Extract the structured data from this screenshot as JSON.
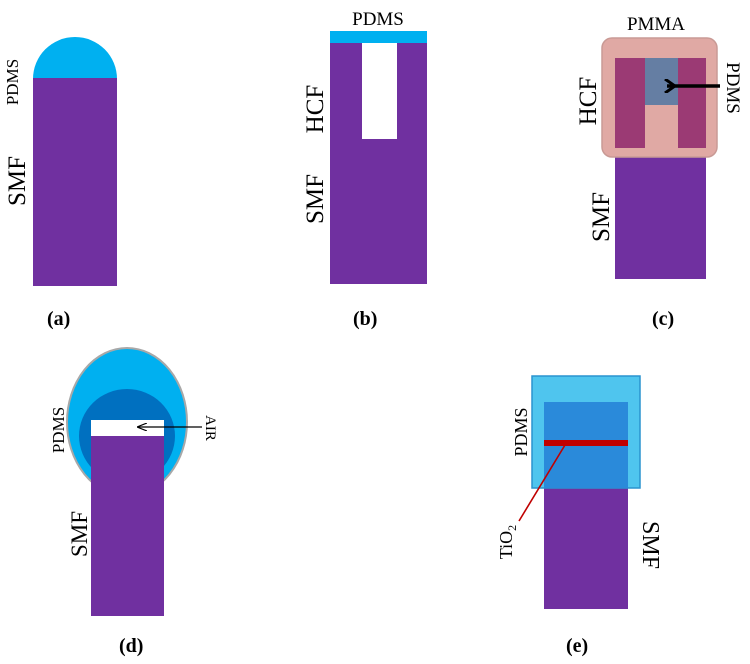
{
  "colors": {
    "smf": "#7030A0",
    "pdms_light": "#00B0F0",
    "pdms_box": "#4FC5EE",
    "pdms_inner": "#2A8ADA",
    "pdms_dark": "#0070C0",
    "hcf": "#9B3A74",
    "pmma": "#E0A9A4",
    "pdms_c": "#657EA3",
    "tio2": "#C00000"
  },
  "panels": [
    {
      "id": "a",
      "caption": "(a)",
      "labels": {
        "pdms": "PDMS",
        "smf": "SMF"
      }
    },
    {
      "id": "b",
      "caption": "(b)",
      "labels": {
        "pdms": "PDMS",
        "hcf": "HCF",
        "smf": "SMF"
      }
    },
    {
      "id": "c",
      "caption": "(c)",
      "labels": {
        "pmma": "PMMA",
        "hcf": "HCF",
        "pdms": "PDMS",
        "smf": "SMF"
      }
    },
    {
      "id": "d",
      "caption": "(d)",
      "labels": {
        "pdms": "PDMS",
        "air": "AIR",
        "smf": "SMF"
      }
    },
    {
      "id": "e",
      "caption": "(e)",
      "labels": {
        "pdms": "PDMS",
        "tio2": "TiO",
        "tio2_sub": "2",
        "smf": "SMF"
      }
    }
  ]
}
